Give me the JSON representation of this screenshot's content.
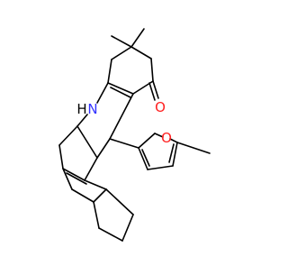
{
  "molecule": {
    "atom_labels": {
      "nitrogen": "N",
      "nitrogen_hydrogen": "H",
      "ketone_oxygen": "O",
      "furan_oxygen": "O"
    },
    "colors": {
      "bond": "#000000",
      "nitrogen": "#3333ff",
      "oxygen": "#ff2020",
      "background": "#ffffff"
    }
  }
}
